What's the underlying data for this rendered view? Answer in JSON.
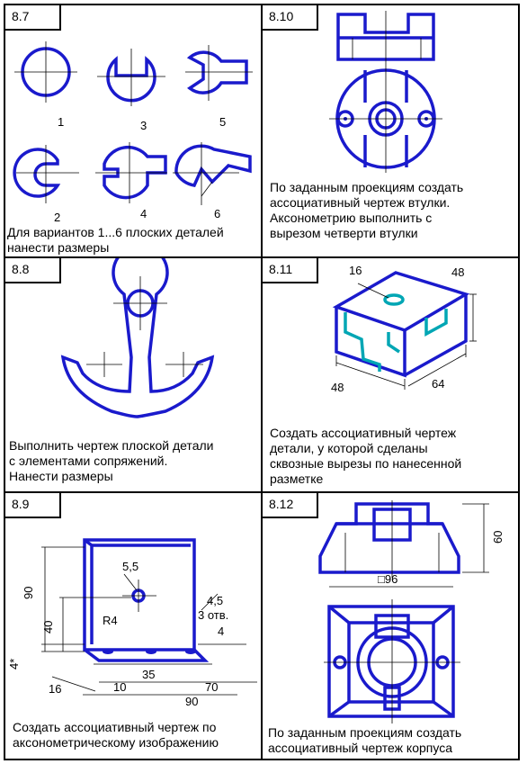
{
  "cells": {
    "c87": {
      "number": "8.7",
      "labels": [
        "1",
        "3",
        "5",
        "2",
        "4",
        "6"
      ],
      "text": "Для вариантов 1...6 плоских деталей\nнанести размеры"
    },
    "c810": {
      "number": "8.10",
      "text": "По заданным проекциям создать\nассоциативный чертеж втулки.\nАксонометрию выполнить с\nвырезом четверти втулки"
    },
    "c88": {
      "number": "8.8",
      "text": "Выполнить чертеж плоской детали\nс элементами сопряжений.\nНанести размеры"
    },
    "c811": {
      "number": "8.11",
      "dims": [
        "16",
        "48",
        "48",
        "64"
      ],
      "text": "Создать ассоциативный чертеж\nдетали,  у которой сделаны\nсквозные вырезы по нанесенной\nразметке"
    },
    "c89": {
      "number": "8.9",
      "dims": [
        "5,5",
        "4,5",
        "3 отв.",
        "4",
        "R4",
        "90",
        "40",
        "4*",
        "35",
        "16",
        "10",
        "70",
        "90"
      ],
      "text": "Создать ассоциативный чертеж по\nаксонометрическому изображению"
    },
    "c812": {
      "number": "8.12",
      "dims": [
        "60",
        "□96"
      ],
      "text": "По заданным проекциям создать\nассоциативный чертеж корпуса"
    }
  }
}
